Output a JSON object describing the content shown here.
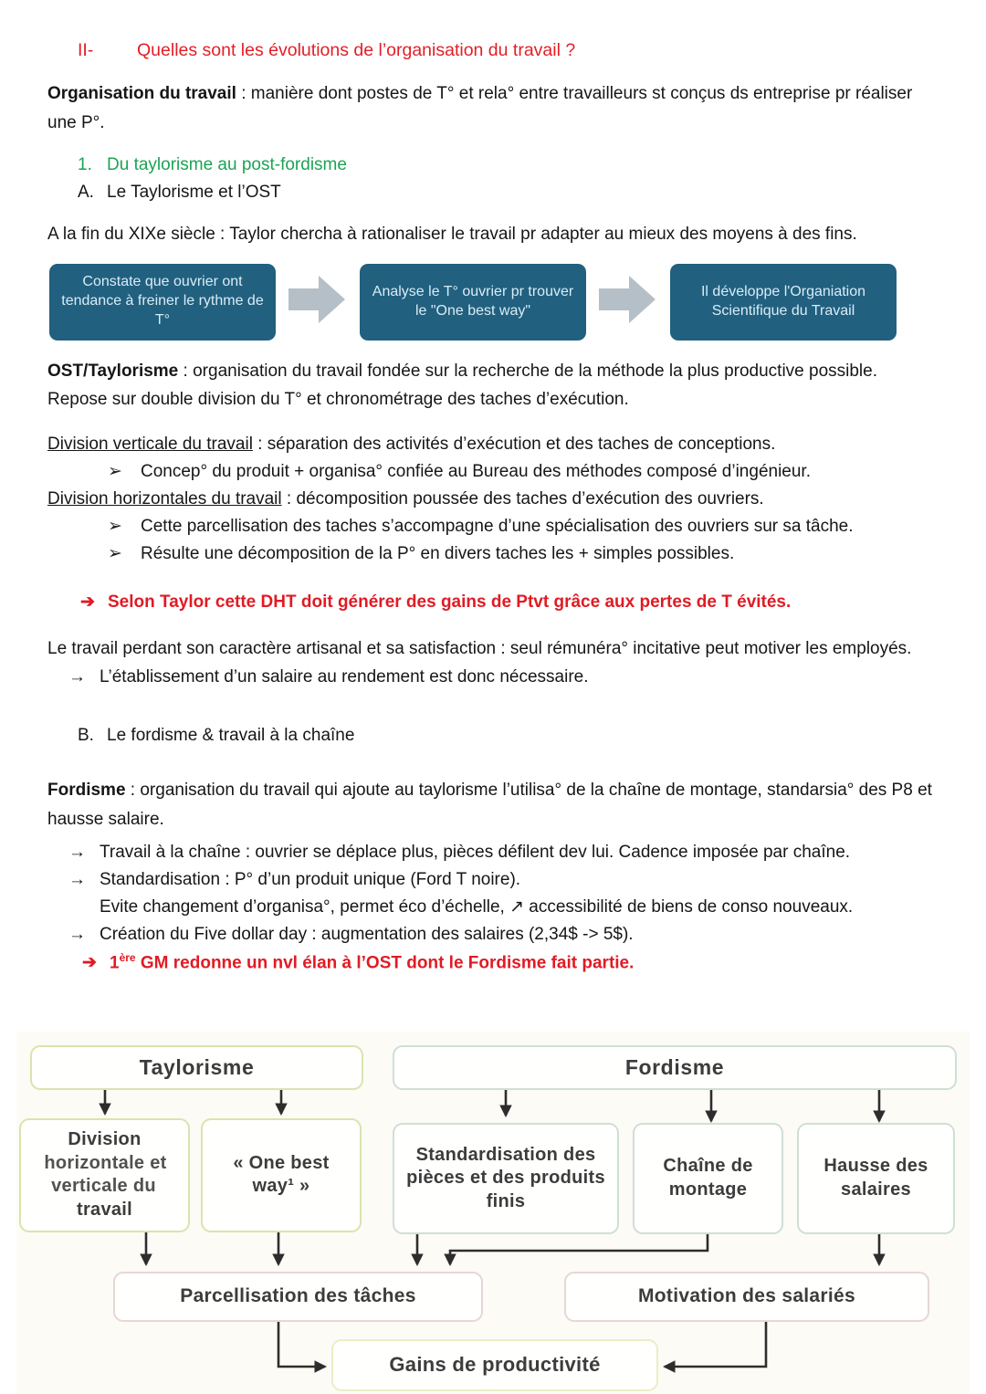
{
  "colors": {
    "accent_red": "#e01b24",
    "accent_green": "#1ca355",
    "teal_box": "#21607f",
    "arrow_grey": "#b5bfc7"
  },
  "heading": {
    "numeral": "II-",
    "text": "Quelles sont les évolutions de l’organisation du travail ?"
  },
  "def_org": {
    "term": "Organisation du travail",
    "rest": " : manière dont postes de T° et rela° entre travailleurs st conçus ds entreprise pr réaliser une P°."
  },
  "outline": {
    "item1_marker": "1.",
    "item1": "Du taylorisme au post-fordisme",
    "item2_marker": "A.",
    "item2": "Le Taylorisme et l’OST",
    "item3_marker": "B.",
    "item3": "Le fordisme & travail à la chaîne"
  },
  "intro": "A la fin du XIXe siècle : Taylor chercha à rationaliser le travail pr adapter au mieux des moyens à des fins.",
  "flow": {
    "box1": "Constate que ouvrier ont tendance à freiner le rythme de T°",
    "box2": "Analyse le T° ouvrier pr trouver le \"One best way\"",
    "box3": "Il développe l'Organiation Scientifique du Travail"
  },
  "def_ost": {
    "term": "OST/Taylorisme",
    "rest": " : organisation du travail fondée sur la recherche de la méthode la plus productive possible. Repose sur double division du T° et chronométrage des taches d’exécution."
  },
  "divisions": {
    "chevron_marker": "➢",
    "vertical_term": "Division verticale du travail",
    "vertical_rest": " : séparation des activités d’exécution et des taches de conceptions.",
    "vertical_bullet": "Concep° du produit + organisa° confiée au Bureau des méthodes composé d’ingénieur.",
    "horizontal_term": "Division horizontales du travail",
    "horizontal_rest": " : décomposition poussée des taches d’exécution des ouvriers.",
    "bullet2": "Cette parcellisation des taches s’accompagne d’une spécialisation des ouvriers sur sa tâche.",
    "bullet3": "Résulte une décomposition de la P° en divers taches les + simples possibles."
  },
  "taylor_conclusion": {
    "marker": "➔",
    "text": "Selon Taylor cette DHT doit générer des gains de Ptvt grâce aux pertes de T évités."
  },
  "remuneration": {
    "text": "Le travail perdant son caractère artisanal et sa satisfaction : seul rémunéra° incitative peut motiver les employés.",
    "bullet_marker": "→",
    "bullet": "L’établissement d’un salaire au rendement est donc nécessaire."
  },
  "fordisme": {
    "term": "Fordisme",
    "rest": " : organisation du travail qui ajoute au taylorisme l’utilisa° de la chaîne de montage, standarsia° des P8 et hausse salaire.",
    "arrow_marker": "→",
    "b1": "Travail à la chaîne : ouvrier se déplace plus, pièces défilent dev lui. Cadence imposée par chaîne.",
    "b2": "Standardisation : P° d’un produit unique (Ford T noire).",
    "b2b": "Evite changement d’organisa°, permet éco d’échelle, ↗ accessibilité de biens de conso nouveaux.",
    "b3": "Création du Five dollar day : augmentation des salaires (2,34$ -> 5$)."
  },
  "ww1_conclusion": {
    "marker": "➔",
    "num": "1",
    "sup": "ère",
    "text": " GM redonne un nvl élan à l’OST dont le Fordisme fait partie."
  },
  "diagram": {
    "taylorisme": "Taylorisme",
    "fordisme": "Fordisme",
    "division_w1": "Division",
    "division_mid": "horizontale et verticale du",
    "division_w2": "travail",
    "one_best_way": "« One best way¹ »",
    "standardisation": "Standardisation des pièces et des produits finis",
    "chaine": "Chaîne de montage",
    "hausse": "Hausse des salaires",
    "parcellisation": "Parcellisation des tâches",
    "motivation": "Motivation des salariés",
    "gains": "Gains de productivité"
  }
}
